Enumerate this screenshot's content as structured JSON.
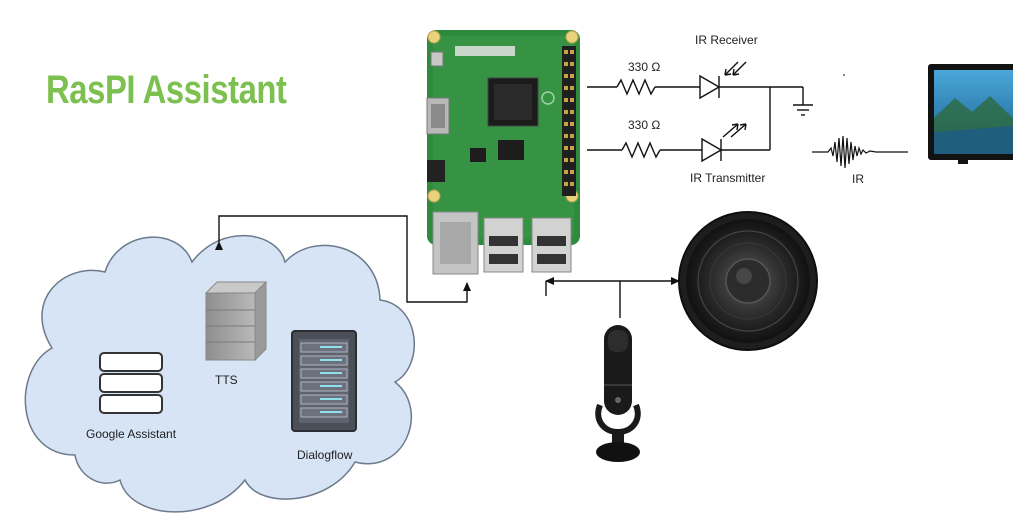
{
  "title": "RasPI Assistant",
  "colors": {
    "title": "#7cc04f",
    "cloud_fill": "#d6e4f6",
    "cloud_stroke": "#6c7a8c",
    "board": "#2e8b3e",
    "wire": "#111111"
  },
  "labels": {
    "ir_receiver": "IR Receiver",
    "ir_transmitter": "IR Transmitter",
    "resistor_top": "330 Ω",
    "resistor_bottom": "330 Ω",
    "ir": "IR",
    "tts": "TTS",
    "google_assistant": "Google Assistant",
    "dialogflow": "Dialogflow"
  },
  "icons": {
    "board": "raspberry-pi-board-icon",
    "tv": "television-icon",
    "speaker": "speaker-icon",
    "microphone": "microphone-icon",
    "tts_server": "server-icon",
    "assistant_db": "database-stack-icon",
    "dialogflow_rack": "server-rack-icon",
    "ground": "ground-symbol-icon"
  }
}
